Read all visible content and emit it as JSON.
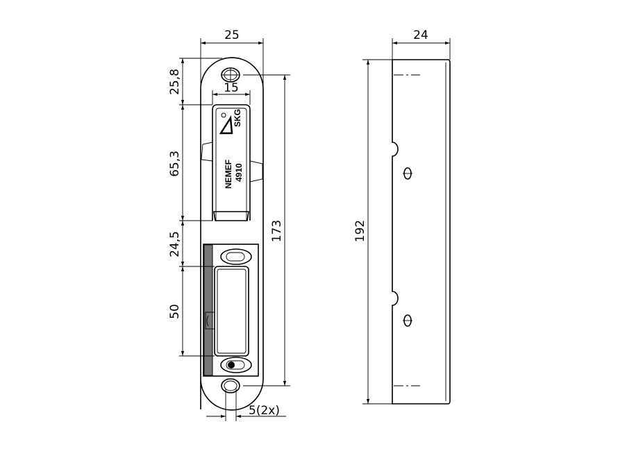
{
  "front_view": {
    "dimensions": {
      "width": "25",
      "top_offset": "25,8",
      "latch_width": "15",
      "latch_height": "65,3",
      "gap": "24,5",
      "bolt_height": "50",
      "hole_spacing": "173",
      "hole_diameter": "5(2x)"
    },
    "markings": {
      "brand": "NEMEF",
      "model": "4910",
      "cert": "SKG"
    }
  },
  "side_view": {
    "dimensions": {
      "depth": "24",
      "length": "192"
    }
  },
  "colors": {
    "line": "#000000",
    "background": "#ffffff",
    "hatch": "#555555"
  }
}
